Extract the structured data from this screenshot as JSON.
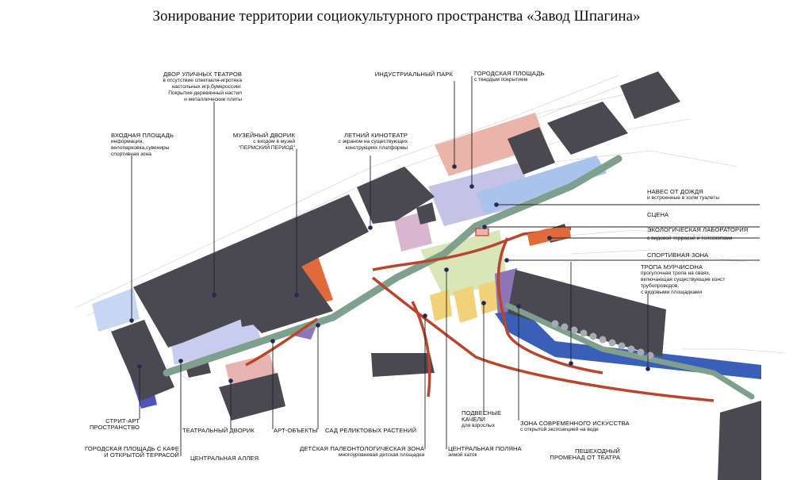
{
  "title": "Зонирование территории социокультурного пространства «Завод Шпагина»",
  "zones": {
    "street_theaters": {
      "name": "ДВОР УЛИЧНЫХ ТЕАТРОВ",
      "lines": [
        "в отсутствие спектакля-игротека",
        "настольных игр,бумкроссинг.",
        "Покрытие-деревянный настил",
        "и металлические плиты"
      ]
    },
    "entrance_square": {
      "name": "ВХОДНАЯ ПЛОЩАДЬ",
      "lines": [
        "информация,",
        "велопарковка,сувениры",
        "спортивная зона"
      ]
    },
    "museum_yard": {
      "name": "МУЗЕЙНЫЙ ДВОРИК",
      "lines": [
        "с входом в музей",
        "\"ПЕРМСКИЙ ПЕРИОД\""
      ]
    },
    "summer_cinema": {
      "name": "ЛЕТНИЙ КИНОТЕАТР",
      "lines": [
        "с экраном на существующих",
        "конструкциях платформы"
      ]
    },
    "industrial_park": {
      "name": "ИНДУСТРИАЛЬНЫЙ ПАРК"
    },
    "city_square": {
      "name": "ГОРОДСКАЯ ПЛОЩАДЬ",
      "lines": [
        "с твердым покрытием"
      ]
    },
    "rain_canopy": {
      "name": "НАВЕС ОТ ДОЖДЯ",
      "lines": [
        "и встроенные в холм туалеты"
      ]
    },
    "stage": {
      "name": "СЦЕНА"
    },
    "eco_lab": {
      "name": "ЭКОЛОГИЧЕСКАЯ ЛАБОРАТОРИЯ",
      "lines": [
        "с видовой террасой и телескопами"
      ]
    },
    "sport_zone": {
      "name": "СПОРТИВНАЯ ЗОНА"
    },
    "murchison_trail": {
      "name": "ТРОПА МУРЧИСОНА",
      "lines": [
        "прогулочная тропа на сваях,",
        "включающая существующие конст",
        "трубопроводов,",
        "с видовыми площадками"
      ]
    },
    "street_art": {
      "name": "СТРИТ-АРТ",
      "name2": "ПРОСТРАНСТВО"
    },
    "city_square_cafe": {
      "name": "ГОРОДСКАЯ ПЛОЩАДЬ С КАФЕ",
      "name2": "И ОТКРЫТОЙ ТЕРРАСОЙ"
    },
    "theater_yard": {
      "name": "ТЕАТРАЛЬНЫЙ ДВОРИК"
    },
    "central_alley": {
      "name": "ЦЕНТРАЛЬНАЯ АЛЛЕЯ"
    },
    "art_objects": {
      "name": "АРТ-ОБЪЕКТЫ"
    },
    "relict_garden": {
      "name": "САД РЕЛИКТОВЫХ РАСТЕНИЙ"
    },
    "paleo_zone": {
      "name": "ДЕТСКАЯ ПАЛЕОНТОЛОГИЧЕСКАЯ ЗОНА",
      "lines": [
        "многоуровневая детская площадка"
      ]
    },
    "swings": {
      "name": "ПОДВЕСНЫЕ",
      "name2": "КАЧЕЛИ",
      "lines": [
        "для взрослых"
      ]
    },
    "central_meadow": {
      "name": "ЦЕНТРАЛЬНАЯ ПОЛЯНА",
      "lines": [
        "зимой каток"
      ]
    },
    "modern_art": {
      "name": "ЗОНА СОВРЕМЕННОГО ИСКУССТВА",
      "lines": [
        "с открытой экспозицией на воде"
      ]
    },
    "promenade": {
      "name": "ПЕШЕХОДНЫЙ",
      "name2": "ПРОМЕНАД ОТ ТЕАТРА"
    }
  },
  "colors": {
    "building": "#4a4850",
    "path_red": "#b8452c",
    "green_alley": "#7fa08c",
    "water": "#3a5fb8",
    "pink": "#e8b3b0",
    "lavender": "#c7c8e8",
    "light_blue": "#a9c3ec",
    "yellow": "#f1d27a",
    "purple": "#8e74b8",
    "orange_red": "#e06a3c",
    "light_green": "#d8e6b8"
  }
}
